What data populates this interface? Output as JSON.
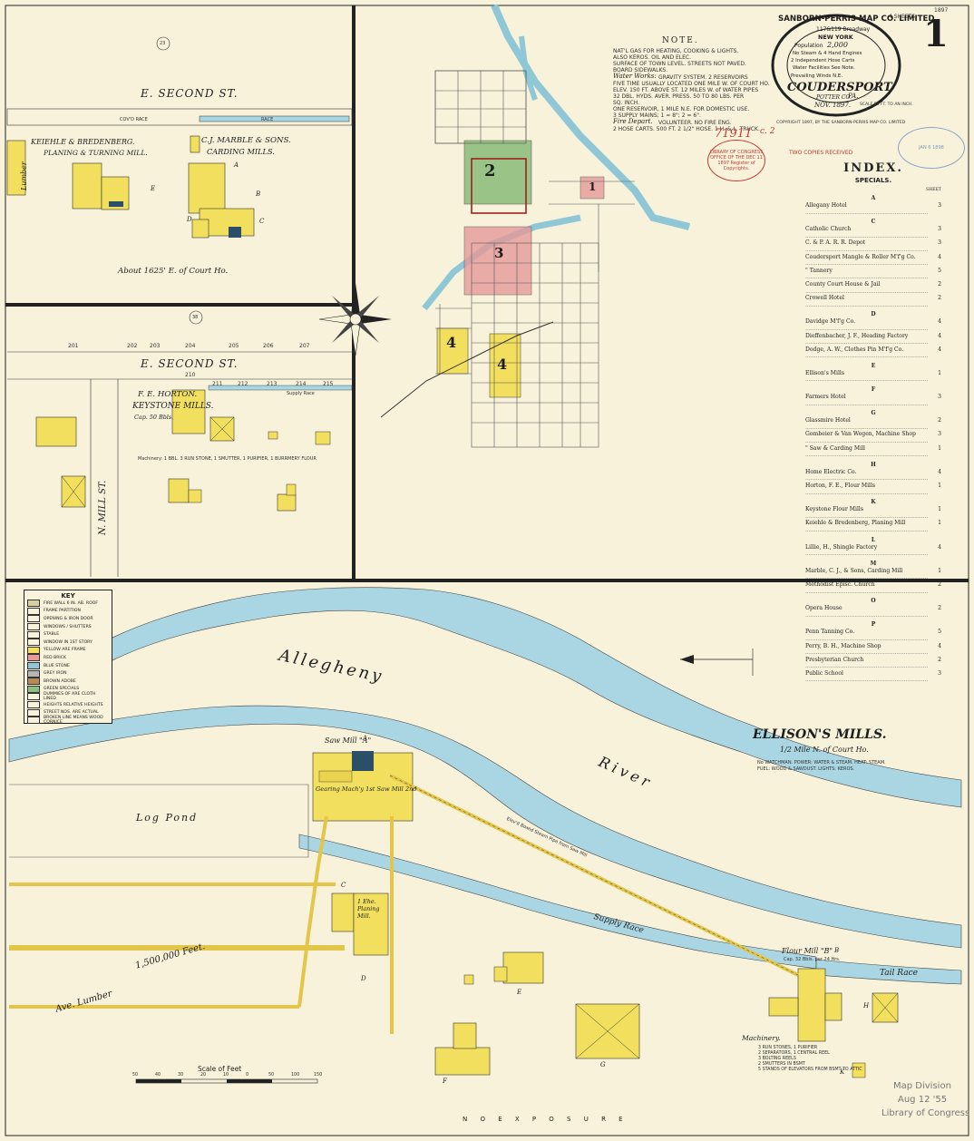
{
  "sheet": {
    "number": "1",
    "year_note": "1897",
    "sheets_note": "4 SHEETS"
  },
  "title_seal": {
    "company": "SANBORN-PERRIS MAP CO. LIMITED",
    "address": "117&119 Broadway",
    "city": "NEW YORK",
    "population_label": "Population",
    "population": "2,000",
    "fire_apparatus": "No Steam & 4 Hand Engines",
    "hose_carts": "2 Independent Hose Carts",
    "water_facilities": "Water Facilities See Note.",
    "winds": "Prevailing Winds N.E.",
    "town": "COUDERSPORT",
    "county": "POTTER CO.",
    "state": "PA.",
    "date": "NOV. 1897.",
    "scale": "SCALE 50 FT. TO AN INCH.",
    "copyright": "COPYRIGHT 1897, BY THE SANBORN-PERRIS MAP CO. LIMITED"
  },
  "note": {
    "heading": "NOTE.",
    "lines": [
      "NAT'L GAS FOR HEATING, COOKING & LIGHTS.",
      "ALSO KEROS. OIL AND ELEC.",
      "SURFACE OF TOWN LEVEL. STREETS NOT PAVED.",
      "BOARD SIDEWALKS."
    ],
    "water_works_label": "Water Works:",
    "water_works": [
      "GRAVITY SYSTEM. 2 RESERVOIRS",
      "FIVE TIME USUALLY LOCATED ONE MILE W. OF COURT HO.",
      "ELEV. 150 FT. ABOVE ST. 12 MILES W. of WATER PIPES",
      "32 DBL. HYDS. AVER. PRESS. 50 TO 80 LBS. PER",
      "SQ. INCH.",
      "ONE RESERVOIR, 1 MILE N.E. FOR DOMESTIC USE.",
      "3 SUPPLY MAINS; 1 = 8\"; 2 = 6\"."
    ],
    "fire_depart_label": "Fire Depart.",
    "fire_depart": [
      "VOLUNTEER. NO FIRE ENG.",
      "2 HOSE CARTS. 500 FT. 2 1/2\" HOSE. 1 H. & L. TRUCK."
    ]
  },
  "stamps": {
    "red_number": "71911",
    "red_suffix": "c. 2",
    "red_stamp": "LIBRARY OF CONGRESS OFFICE OF THE DEC 11 1897 Register of Copyrights.",
    "two_copies": "TWO COPIES RECEIVED",
    "blue_stamp": "JAN 6 1898",
    "map_division": [
      "Map Division",
      "Aug 12 '55",
      "Library of Congress"
    ]
  },
  "index": {
    "title": "INDEX.",
    "subtitle": "SPECIALS.",
    "sheet_col": "SHEET",
    "groups": [
      {
        "letter": "A",
        "items": [
          {
            "name": "Allegany Hotel",
            "sheet": "3"
          }
        ]
      },
      {
        "letter": "C",
        "items": [
          {
            "name": "Catholic Church",
            "sheet": "3"
          },
          {
            "name": "C. & P. A. R. R. Depot",
            "sheet": "3"
          },
          {
            "name": "Coudersport Mangle & Roller M'f'g Co.",
            "sheet": "4"
          },
          {
            "name": "\"  Tannery",
            "sheet": "5"
          },
          {
            "name": "County Court House & Jail",
            "sheet": "2"
          },
          {
            "name": "Crowell Hotel",
            "sheet": "2"
          }
        ]
      },
      {
        "letter": "D",
        "items": [
          {
            "name": "Davidge M'f'g Co.",
            "sheet": "4"
          },
          {
            "name": "Dieffenbacher, J. F., Heading Factory",
            "sheet": "4"
          },
          {
            "name": "Dodge, A. W., Clothes Pin M'f'g Co.",
            "sheet": "4"
          }
        ]
      },
      {
        "letter": "E",
        "items": [
          {
            "name": "Ellison's Mills",
            "sheet": "1"
          }
        ]
      },
      {
        "letter": "F",
        "items": [
          {
            "name": "Farmers Hotel",
            "sheet": "3"
          }
        ]
      },
      {
        "letter": "G",
        "items": [
          {
            "name": "Glassmire Hotel",
            "sheet": "2"
          },
          {
            "name": "Gombeier & Van Wegen, Machine Shop",
            "sheet": "3"
          },
          {
            "name": "\"  Saw & Carding Mill",
            "sheet": "1"
          }
        ]
      },
      {
        "letter": "H",
        "items": [
          {
            "name": "Home Electric Co.",
            "sheet": "4"
          },
          {
            "name": "Horton, F. E., Flour Mills",
            "sheet": "1"
          }
        ]
      },
      {
        "letter": "K",
        "items": [
          {
            "name": "Keystone Flour Mills",
            "sheet": "1"
          },
          {
            "name": "Keiehle & Bredenberg, Planing Mill",
            "sheet": "1"
          }
        ]
      },
      {
        "letter": "L",
        "items": [
          {
            "name": "Lillie, H., Shingle Factory",
            "sheet": "4"
          }
        ]
      },
      {
        "letter": "M",
        "items": [
          {
            "name": "Marble, C. J., & Sons, Carding Mill",
            "sheet": "1"
          },
          {
            "name": "Methodist Episc. Church",
            "sheet": "2"
          }
        ]
      },
      {
        "letter": "O",
        "items": [
          {
            "name": "Opera House",
            "sheet": "2"
          }
        ]
      },
      {
        "letter": "P",
        "items": [
          {
            "name": "Penn Tanning Co.",
            "sheet": "5"
          },
          {
            "name": "Perry, B. H., Machine Shop",
            "sheet": "4"
          },
          {
            "name": "Presbyterian Church",
            "sheet": "2"
          },
          {
            "name": "Public School",
            "sheet": "3"
          }
        ]
      }
    ]
  },
  "top_left_panel": {
    "street": "E. SECOND ST.",
    "race": "RACE",
    "cov_race": "COV'D RACE",
    "lumber": "Lumber",
    "keiehle": "KEIEHLE & BREDENBERG.",
    "planing_mill": "PLANING & TURNING MILL.",
    "marble": "C.J. MARBLE & SONS.",
    "carding_mills": "CARDING MILLS.",
    "distance": "About 1625' E. of Court Ho.",
    "circle_num": "23",
    "letters": [
      "A",
      "B",
      "C",
      "D",
      "E"
    ]
  },
  "mid_left_panel": {
    "street": "E. SECOND ST.",
    "mill_st": "N. MILL ST.",
    "circle_num": "38",
    "house_numbers": [
      "201",
      "202",
      "203",
      "204",
      "205",
      "206",
      "207"
    ],
    "horton": "F. E. HORTON.",
    "keystone": "KEYSTONE MILLS.",
    "capacity": "Cap. 50 Bbls.",
    "supply_race": "Supply Race",
    "numbers_upper": [
      "210",
      "211",
      "212",
      "213",
      "214",
      "215"
    ],
    "machinery": "Machinery: 1 BBL. 3 RUN STONE, 1 SMUTTER, 1 PURIFIER, 1 BURRMERY FLOUR"
  },
  "key": {
    "title": "KEY",
    "rows": [
      {
        "label": "FIRE WALL 6 IN. AB. ROOF",
        "color": "#d9cfa0"
      },
      {
        "label": "FRAME PARTITION",
        "color": "#f7f2d9"
      },
      {
        "label": "OPENING & IRON DOOR",
        "color": "#f7f2d9"
      },
      {
        "label": "WINDOWS / SHUTTERS",
        "color": "#f7f2d9"
      },
      {
        "label": "STABLE",
        "color": "#f7f2d9"
      },
      {
        "label": "WINDOW IN 1ST STORY",
        "color": "#f7f2d9"
      },
      {
        "label": "YELLOW ARE FRAME",
        "color": "#f2df5e"
      },
      {
        "label": "RED  BRICK",
        "color": "#e69a9a"
      },
      {
        "label": "BLUE  STONE",
        "color": "#8fc7d6"
      },
      {
        "label": "GREY  IRON",
        "color": "#b6b6b6"
      },
      {
        "label": "BROWN  ADOBE",
        "color": "#b78a5a"
      },
      {
        "label": "GREEN  SPECIALS",
        "color": "#8fbf7f"
      },
      {
        "label": "DUMMIES OF ARE CLOTH LINED",
        "color": "#f7f2d9"
      },
      {
        "label": "HEIGHTS  RELATIVE HEIGHTS",
        "color": "#f7f2d9"
      },
      {
        "label": "STREET NOS. ARE ACTUAL",
        "color": "#f7f2d9"
      },
      {
        "label": "BROKEN LINE MEANS WOOD CORNICE",
        "color": "#f7f2d9"
      }
    ]
  },
  "bottom_panel": {
    "river_word_1": "Allegheny",
    "river_word_2": "River",
    "ellisons": "ELLISON'S MILLS.",
    "ellisons_sub": "1/2 Mile N. of Court Ho.",
    "ellisons_note": "No WATCHMAN. POWER: WATER & STEAM. HEAT: STEAM. FUEL: WOOD & SAWDUST. LIGHTS: KEROS.",
    "saw_mill": "Saw Mill \"A\"",
    "saw_mill_sub": "Gearing Mach'y 1st Saw Mill 2nd",
    "log_pond": "Log Pond",
    "supply_race": "Supply Race",
    "tail_race": "Tail Race",
    "planing": "1 Ehe. Planing Mill.",
    "lumber_ave": "Ave. Lumber",
    "lumber_feet": "1,500,000 Feet.",
    "flour_mill": "Flour Mill \"B\"",
    "flour_cap": "Cap. 32 Bbls. per 24 Hrs.",
    "machinery": "Machinery.",
    "machinery_list": [
      "3 RUN STONES, 1 PURIFIER",
      "2 SEPARATORS, 1 CENTRAL REEL",
      "3 BOLTING REELS",
      "2 SMUTTERS IN BSMT",
      "5 STANDS OF ELEVATORS FROM BSMT TO ATTIC"
    ],
    "steam_pipe": "Elev'd Boxed Steam Pipe from Saw Mill",
    "no_exposure": "N O   E X P O S U R E",
    "letters": [
      "A",
      "B",
      "C",
      "D",
      "E",
      "F",
      "G",
      "H",
      "K"
    ],
    "scale_label": "Scale of Feet",
    "scale_ticks": [
      "50",
      "40",
      "30",
      "20",
      "10",
      "0",
      "50",
      "100",
      "150"
    ]
  },
  "inset": {
    "labels": [
      "1",
      "2",
      "3",
      "4",
      "4"
    ]
  }
}
